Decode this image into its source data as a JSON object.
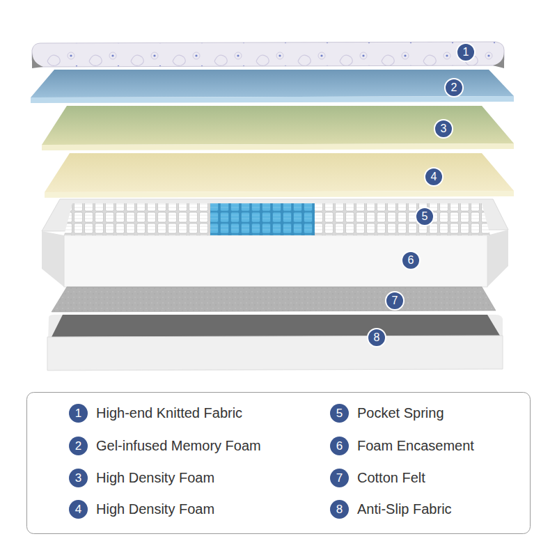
{
  "diagram": {
    "nodes": [
      {
        "text": [
          "1"
        ]
      },
      {
        "text": [
          "2"
        ]
      },
      {
        "text": [
          "3"
        ]
      },
      {
        "text": [
          "4"
        ]
      },
      {
        "text": [
          "5"
        ]
      },
      {
        "text": [
          "6"
        ]
      },
      {
        "text": [
          "7"
        ]
      },
      {
        "text": [
          "8"
        ]
      },
      {
        "text": [
          "1",
          "High-end Knitted Fabric"
        ]
      },
      {
        "text": [
          "2",
          "Gel-infused Memory Foam"
        ]
      },
      {
        "text": [
          "3",
          "High Density Foam"
        ]
      },
      {
        "text": [
          "4",
          "High Density Foam"
        ]
      },
      {
        "text": [
          "5",
          "Pocket Spring"
        ]
      },
      {
        "text": [
          "6",
          "Foam Encasement"
        ]
      },
      {
        "text": [
          "7",
          "Cotton Felt"
        ]
      },
      {
        "text": [
          "8",
          "Anti-Slip Fabric"
        ]
      }
    ]
  }
}
